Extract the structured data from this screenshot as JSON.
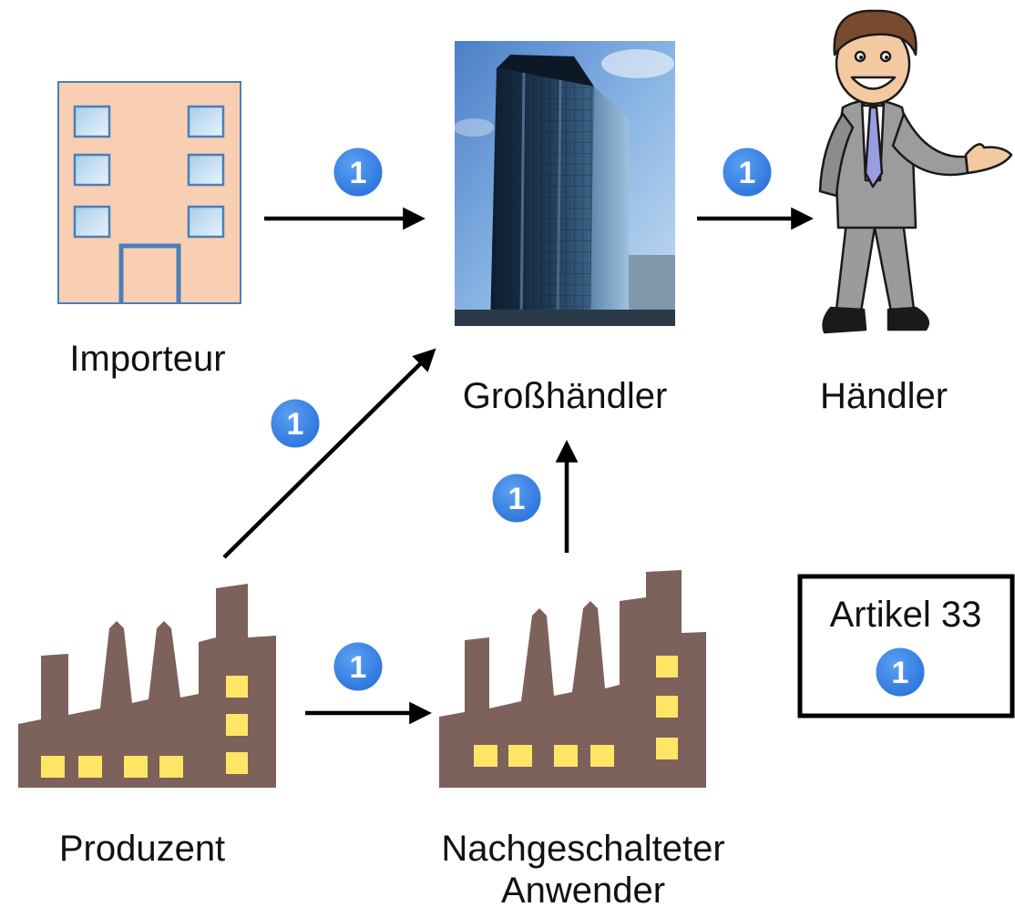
{
  "nodes": {
    "importer": {
      "label": "Importeur"
    },
    "wholesaler": {
      "label": "Großhändler"
    },
    "retailer": {
      "label": "Händler"
    },
    "producer": {
      "label": "Produzent"
    },
    "downstream_user": {
      "label_line1": "Nachgeschalteter",
      "label_line2": "Anwender"
    }
  },
  "edges": [
    {
      "from": "importer",
      "to": "wholesaler",
      "badge": "1"
    },
    {
      "from": "wholesaler",
      "to": "retailer",
      "badge": "1"
    },
    {
      "from": "producer",
      "to": "wholesaler",
      "badge": "1"
    },
    {
      "from": "downstream_user",
      "to": "wholesaler",
      "badge": "1"
    },
    {
      "from": "producer",
      "to": "downstream_user",
      "badge": "1"
    }
  ],
  "legend_box": {
    "title": "Artikel 33",
    "badge": "1"
  },
  "colors": {
    "badge_fill": "#2f80e8",
    "badge_stroke": "#ffffff",
    "factory": "#7d615b",
    "factory_window": "#ffe566",
    "importer_building": "#f8cfb3",
    "importer_outline": "#4a7fb7",
    "arrow": "#000000"
  },
  "icons": {
    "importer": "building-icon",
    "wholesaler": "skyscraper-photo",
    "retailer": "businessman-icon",
    "producer": "factory-icon",
    "downstream_user": "factory-icon"
  }
}
